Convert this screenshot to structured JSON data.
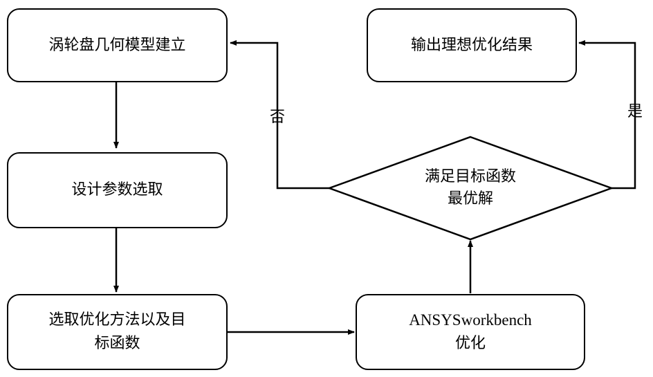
{
  "nodes": {
    "build_model": "涡轮盘几何模型建立",
    "select_params": "设计参数选取",
    "select_method_line1": "选取优化方法以及目",
    "select_method_line2": "标函数",
    "ansys_line1": "ANSYSworkbench",
    "ansys_line2": "优化",
    "decision_line1": "满足目标函数",
    "decision_line2": "最优解",
    "output": "输出理想优化结果"
  },
  "edges": {
    "no_label": "否",
    "yes_label": "是"
  }
}
